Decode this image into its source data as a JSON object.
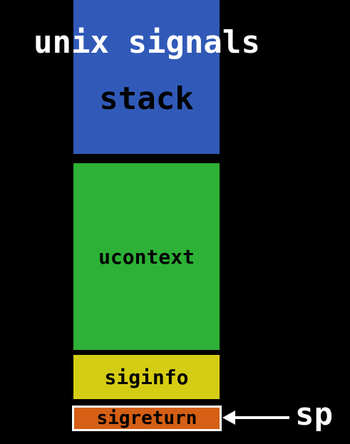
{
  "title": "unix signals",
  "blocks": {
    "stack": {
      "label": "stack",
      "color": "#315ab8"
    },
    "ucontext": {
      "label": "ucontext",
      "color": "#2db136"
    },
    "siginfo": {
      "label": "siginfo",
      "color": "#d5cd13"
    },
    "sigreturn": {
      "label": "sigreturn",
      "color": "#d45f15"
    }
  },
  "pointer": {
    "label": "sp"
  }
}
